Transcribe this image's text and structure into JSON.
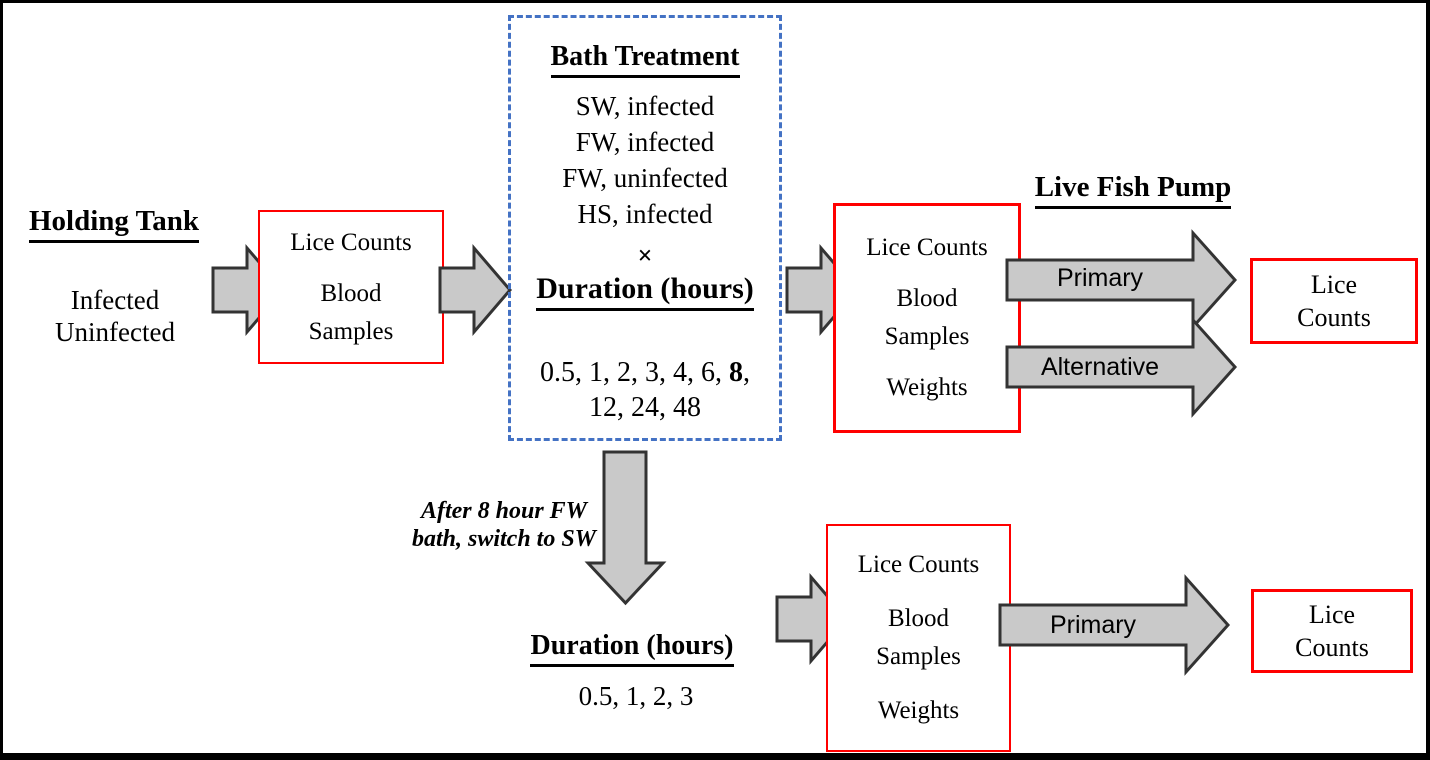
{
  "colors": {
    "box_border_red": "#ff0000",
    "dashed_border_blue": "#4472c4",
    "arrow_fill_gray": "#c9c9c9",
    "arrow_outline": "#333333",
    "text": "#000000"
  },
  "holding_tank": {
    "title": "Holding Tank",
    "lines": [
      "Infected",
      "Uninfected"
    ]
  },
  "pre_bath_samples": {
    "paragraphs": [
      [
        "Lice Counts"
      ],
      [
        "Blood",
        "Samples"
      ]
    ]
  },
  "bath_treatment": {
    "title": "Bath Treatment",
    "conditions": [
      "SW, infected",
      "FW, infected",
      "FW, uninfected",
      "HS, infected"
    ],
    "cross": "×",
    "duration_title": "Duration (hours)",
    "durations_line1_prefix": "0.5, 1, 2, 3, 4, 6, ",
    "durations_line1_bold": "8",
    "durations_line1_suffix": ",",
    "durations_line2": "12, 24, 48"
  },
  "post_bath_samples": {
    "paragraphs": [
      [
        "Lice Counts"
      ],
      [
        "Blood",
        "Samples"
      ],
      [
        "Weights"
      ]
    ]
  },
  "live_fish_pump": {
    "title": "Live Fish Pump",
    "primary_label": "Primary",
    "alternative_label": "Alternative",
    "result": {
      "lines": [
        "Lice",
        "Counts"
      ]
    }
  },
  "switch_note": {
    "lines": [
      "After 8 hour FW",
      "bath, switch to SW"
    ]
  },
  "second_phase": {
    "duration_title": "Duration (hours)",
    "durations": "0.5, 1, 2, 3",
    "samples": {
      "paragraphs": [
        [
          "Lice Counts"
        ],
        [
          "Blood",
          "Samples"
        ],
        [
          "Weights"
        ]
      ]
    },
    "primary_label": "Primary",
    "result": {
      "lines": [
        "Lice",
        "Counts"
      ]
    }
  }
}
